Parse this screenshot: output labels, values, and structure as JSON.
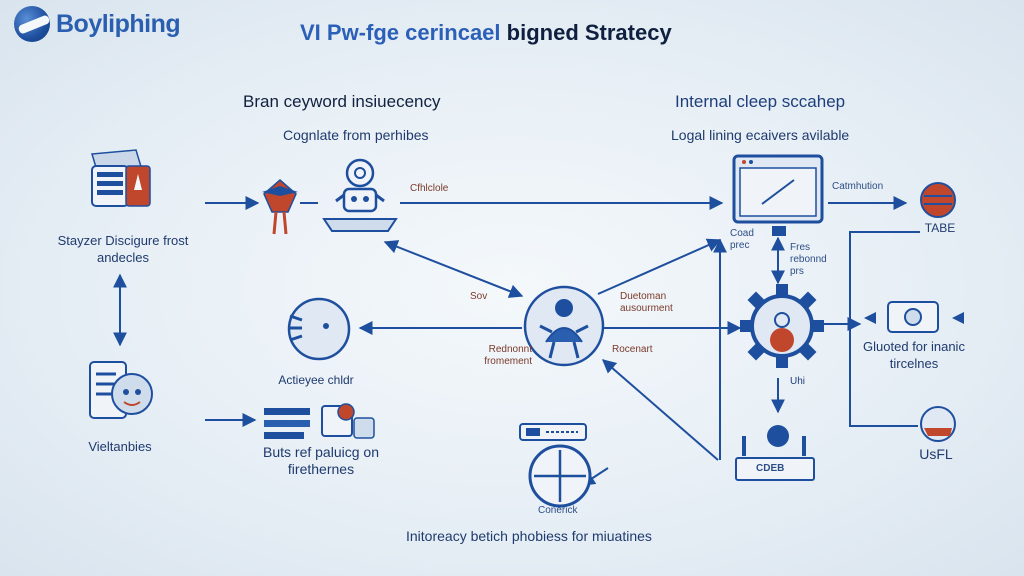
{
  "header": {
    "logo_text": "Boyliphing",
    "title_part1": "VI Pw-fge cerincael",
    "title_part2": "bigned Stratecy"
  },
  "left_section": {
    "heading": "Bran ceyword insiuecency",
    "subheading": "Cognlate from perhibes"
  },
  "right_section": {
    "heading": "Internal cleep sccahep",
    "subheading": "Logal lining ecaivers avilable"
  },
  "nodes": {
    "stayzer": "Stayzer Discigure frost andecles",
    "vieltanbies": "Vieltanbies",
    "achieve": "Actieyee chldr",
    "buts": "Buts ref paluicg on firethernes",
    "conerick": "Conerick",
    "tabe": "TABE",
    "gluoted": "Gluoted for inanic tircelnes",
    "usfl": "UsFL",
    "cdeb": "CDEB"
  },
  "edge_labels": {
    "cfhlclole": "Cfhlclole",
    "catmhution": "Catmhution",
    "coad_prec": "Coad prec",
    "fres_rebonnd": "Fres rebonnd prs",
    "sov": "Sov",
    "duetoman": "Duetoman ausourment",
    "rednonnt": "Rednonnt fromement",
    "rocenart": "Rocenart",
    "uhi": "Uhi"
  },
  "footer": {
    "caption": "Initoreacy betich phobiess for miuatines"
  },
  "colors": {
    "accent_blue": "#1e4f9e",
    "dark_navy": "#11213f",
    "accent_red": "#c0472c",
    "background": "#e8eff6"
  },
  "icons": [
    "user-folder-icon",
    "robot-icon",
    "bird-icon",
    "person-hub-icon",
    "target-icon",
    "clipboard-icon",
    "bars-icon",
    "gauge-icon",
    "monitor-icon",
    "gear-icon",
    "red-ball-icon",
    "money-icon",
    "printer-icon"
  ]
}
